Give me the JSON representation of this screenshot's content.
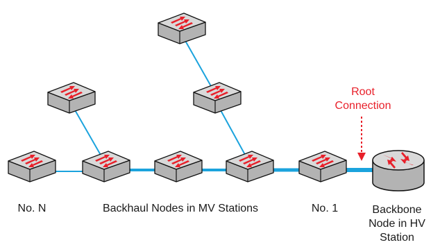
{
  "labels": {
    "no_n": "No. N",
    "backhaul": "Backhaul Nodes in MV Stations",
    "no_1": "No. 1",
    "root_line1": "Root",
    "root_line2": "Connection",
    "backbone_line1": "Backbone",
    "backbone_line2": "Node in HV",
    "backbone_line3": "Station"
  },
  "colors": {
    "link": "#1ba3dd",
    "arrow": "#e8202a",
    "switch_top": "#d9d9d9",
    "switch_side": "#b3b3b3",
    "outline": "#111111",
    "text": "#1a1a1a",
    "root_text": "#e8202a"
  },
  "icons": {
    "switch": "network-switch-icon",
    "router": "backbone-router-icon"
  }
}
